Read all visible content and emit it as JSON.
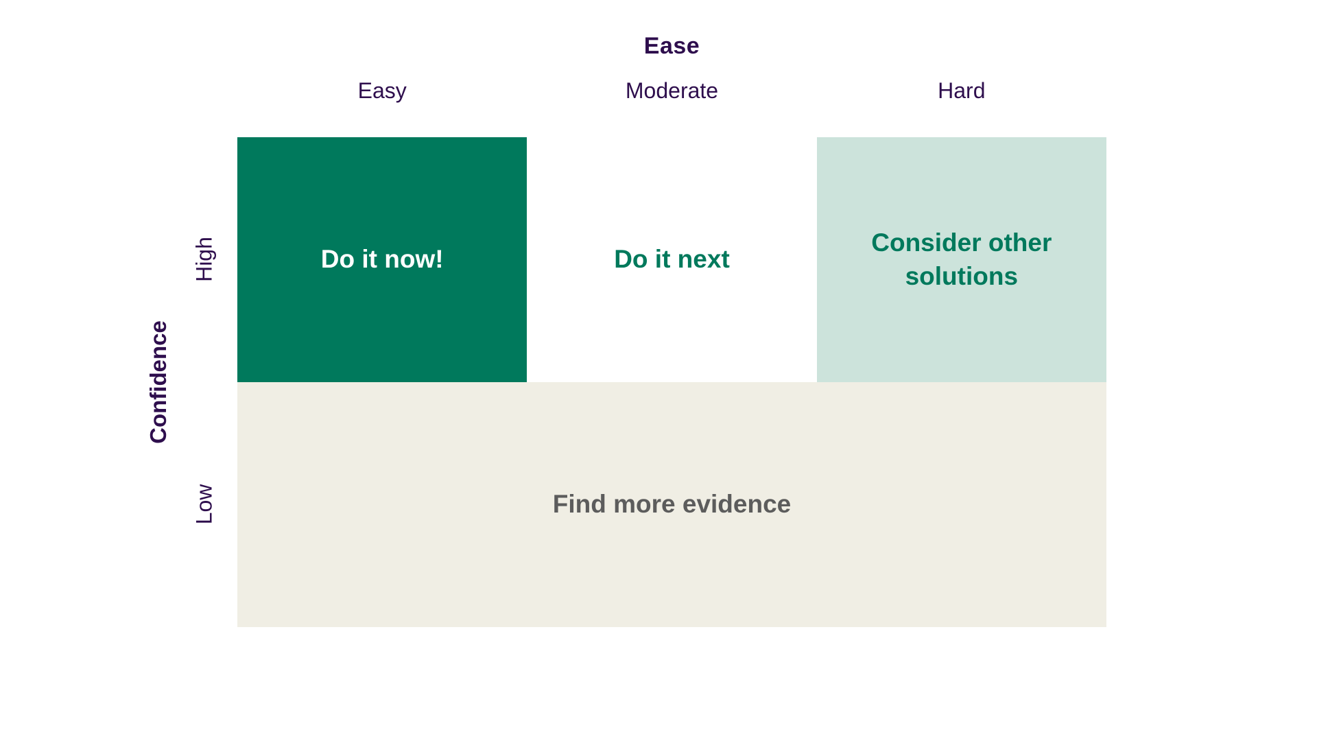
{
  "matrix": {
    "x_axis": {
      "title": "Ease",
      "labels": [
        "Easy",
        "Moderate",
        "Hard"
      ]
    },
    "y_axis": {
      "title": "Confidence",
      "labels": [
        "High",
        "Low"
      ]
    },
    "cells": [
      {
        "id": "high-easy",
        "label": "Do it now!"
      },
      {
        "id": "high-moderate",
        "label": "Do it next"
      },
      {
        "id": "high-hard",
        "label": "Consider other solutions"
      },
      {
        "id": "low-all",
        "label": "Find more evidence"
      }
    ]
  },
  "colors": {
    "dark-green": "#00795C",
    "light-green": "#CCE3DB",
    "beige": "#F0EEE4",
    "purple": "#2E0E4D",
    "gray-text": "#5C5C5C"
  }
}
